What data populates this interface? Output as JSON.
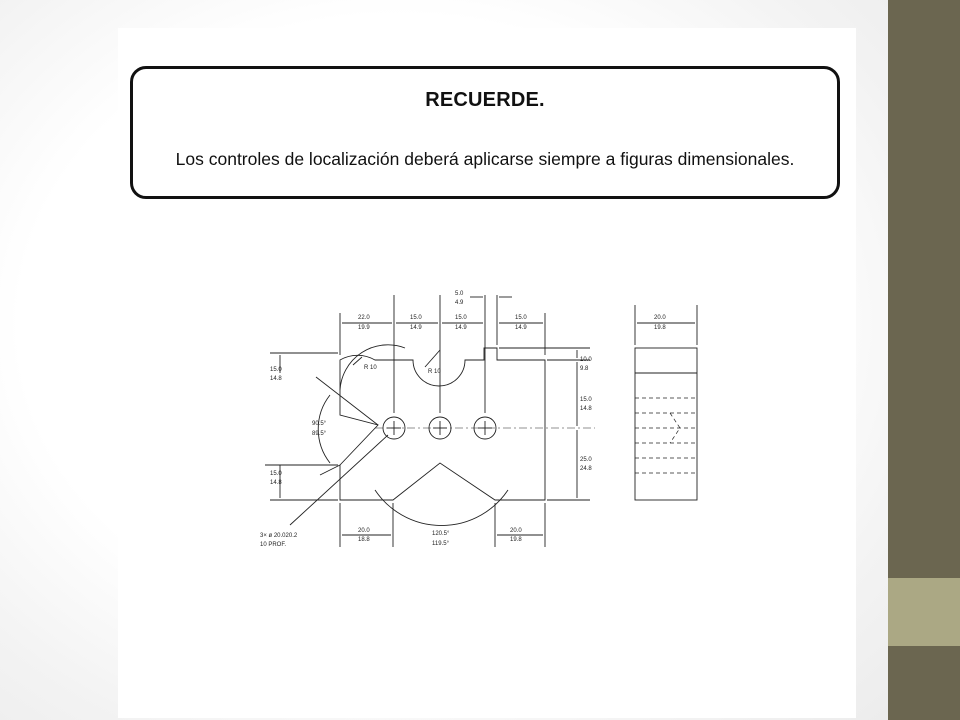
{
  "slide": {
    "colors": {
      "side_bar": "#6b6650",
      "side_accent": "#aba884",
      "box_border": "#111111"
    }
  },
  "notice": {
    "title": "RECUERDE.",
    "text": "Los controles de localización deberá aplicarse siempre a figuras dimensionales."
  },
  "drawing": {
    "front_view": {
      "top_dims": [
        {
          "upper": "22.0",
          "lower": "19.9"
        },
        {
          "upper": "15.0",
          "lower": "14.9"
        },
        {
          "upper": "15.0",
          "lower": "14.9"
        },
        {
          "upper": "15.0",
          "lower": "14.9"
        }
      ],
      "slot_dim": {
        "upper": "5.0",
        "lower": "4.9"
      },
      "radius_left": "R 10",
      "radius_slot": "R 10",
      "left_top_dim": {
        "upper": "15.0",
        "lower": "14.8"
      },
      "left_bottom_dim": {
        "upper": "15.0",
        "lower": "14.8"
      },
      "vee_angle": {
        "upper": "90.5°",
        "lower": "89.5°"
      },
      "right_dims": [
        {
          "upper": "10.0",
          "lower": "9.8"
        },
        {
          "upper": "15.0",
          "lower": "14.8"
        },
        {
          "upper": "25.0",
          "lower": "24.8"
        }
      ],
      "bottom_left_dim": {
        "upper": "20.0",
        "lower": "18.8"
      },
      "bottom_angle": {
        "upper": "120.5°",
        "lower": "119.5°"
      },
      "bottom_right_dim": {
        "upper": "20.0",
        "lower": "19.8"
      },
      "hole_callout": {
        "line1": "3× ø 20.020.2",
        "line2": "10 PROF."
      }
    },
    "side_view": {
      "top_dim": {
        "upper": "20.0",
        "lower": "19.8"
      }
    }
  }
}
